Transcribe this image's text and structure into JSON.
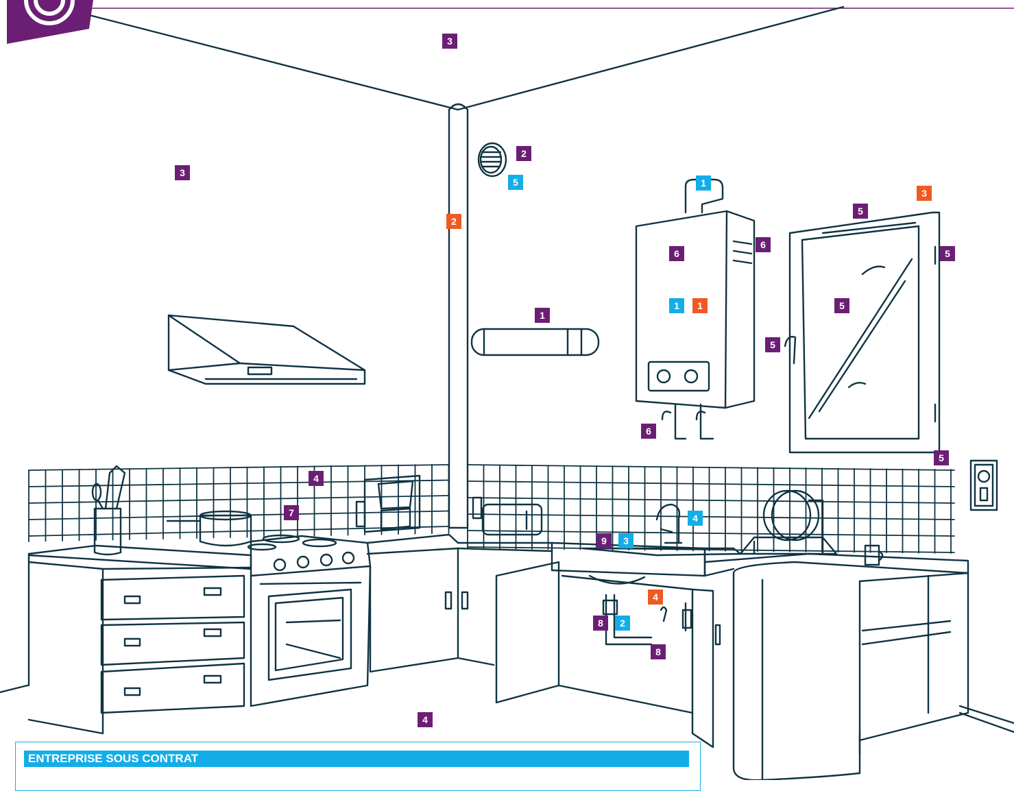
{
  "colors": {
    "line": "#0f3342",
    "purple": "#6b1f74",
    "blue": "#14ade8",
    "orange": "#ef5a24"
  },
  "badge": {
    "icon": "target-icon"
  },
  "markers": [
    {
      "id": "ceiling",
      "label": "3",
      "color": "purple"
    },
    {
      "id": "wall-left",
      "label": "3",
      "color": "purple"
    },
    {
      "id": "vent-grille",
      "label": "2",
      "color": "purple"
    },
    {
      "id": "vent-grille-blue",
      "label": "5",
      "color": "blue"
    },
    {
      "id": "flue-pipe",
      "label": "2",
      "color": "orange"
    },
    {
      "id": "wall-duct",
      "label": "1",
      "color": "purple"
    },
    {
      "id": "boiler-flue",
      "label": "1",
      "color": "blue"
    },
    {
      "id": "window-top-orange",
      "label": "3",
      "color": "orange"
    },
    {
      "id": "window-vent",
      "label": "5",
      "color": "purple"
    },
    {
      "id": "window-hinge",
      "label": "5",
      "color": "purple"
    },
    {
      "id": "boiler-body",
      "label": "6",
      "color": "purple"
    },
    {
      "id": "boiler-side",
      "label": "6",
      "color": "purple"
    },
    {
      "id": "boiler-blue",
      "label": "1",
      "color": "blue"
    },
    {
      "id": "boiler-orange",
      "label": "1",
      "color": "orange"
    },
    {
      "id": "window-glass",
      "label": "5",
      "color": "purple"
    },
    {
      "id": "window-handle",
      "label": "5",
      "color": "purple"
    },
    {
      "id": "boiler-valves",
      "label": "6",
      "color": "purple"
    },
    {
      "id": "window-bottom",
      "label": "5",
      "color": "purple"
    },
    {
      "id": "backsplash",
      "label": "4",
      "color": "purple"
    },
    {
      "id": "gas-valve",
      "label": "7",
      "color": "purple"
    },
    {
      "id": "faucet",
      "label": "4",
      "color": "blue"
    },
    {
      "id": "sink-purple",
      "label": "9",
      "color": "purple"
    },
    {
      "id": "sink-blue",
      "label": "3",
      "color": "blue"
    },
    {
      "id": "under-sink-orange",
      "label": "4",
      "color": "orange"
    },
    {
      "id": "drain-purple",
      "label": "8",
      "color": "purple"
    },
    {
      "id": "drain-blue",
      "label": "2",
      "color": "blue"
    },
    {
      "id": "drain-pipe",
      "label": "8",
      "color": "purple"
    },
    {
      "id": "floor",
      "label": "4",
      "color": "purple"
    }
  ],
  "legend": {
    "title": "ENTREPRISE SOUS CONTRAT"
  }
}
